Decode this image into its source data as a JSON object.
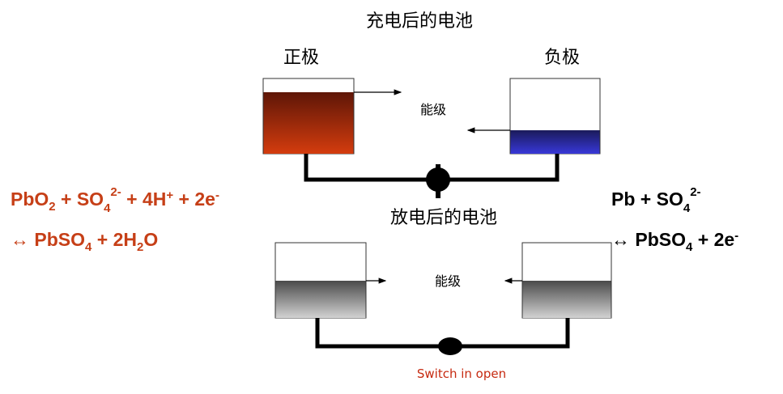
{
  "charged": {
    "title": "充电后的电池",
    "positive_label": "正极",
    "negative_label": "负极",
    "energy_label": "能级"
  },
  "discharged": {
    "title": "放电后的电池",
    "energy_label": "能级",
    "switch_label": "Switch in open"
  },
  "positive_equation": {
    "line1": [
      "PbO",
      "2",
      " + SO",
      "4",
      "2-",
      " + 4H",
      "+",
      " + 2e",
      "-"
    ],
    "line2": [
      "↔ PbSO",
      "4",
      " + 2H",
      "2",
      "O"
    ]
  },
  "negative_equation": {
    "line1": [
      "Pb + SO",
      "4",
      "2-"
    ],
    "line2": [
      "↔ PbSO",
      "4",
      " + 2e",
      "-"
    ]
  },
  "colors": {
    "positive_equation": "#c63f17",
    "negative_equation": "#000000",
    "switch_label": "#c62a10"
  }
}
